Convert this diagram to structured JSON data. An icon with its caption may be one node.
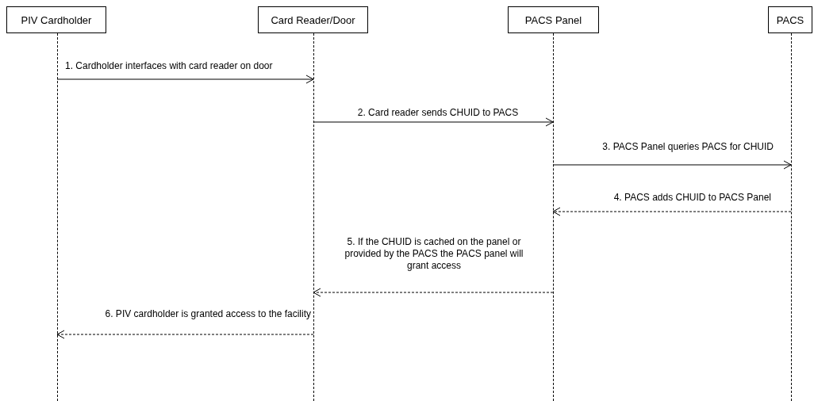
{
  "diagram": {
    "nodes": [
      {
        "text": [
          "PIV Cardholder"
        ]
      },
      {
        "text": [
          "Card Reader/Door"
        ]
      },
      {
        "text": [
          "PACS Panel"
        ]
      },
      {
        "text": [
          "PACS"
        ]
      },
      {
        "text": [],
        "shape": "line"
      },
      {
        "text": [],
        "shape": "line"
      },
      {
        "text": [],
        "shape": "line"
      },
      {
        "text": [],
        "shape": "line"
      }
    ],
    "edges": [
      {
        "from": 4,
        "to": 5,
        "arrow": "to",
        "label": "1. Cardholder interfaces with card reader on door"
      },
      {
        "from": 5,
        "to": 6,
        "arrow": "to",
        "label": "2. Card reader sends CHUID to PACS"
      },
      {
        "from": 6,
        "to": 7,
        "arrow": "to",
        "label": "3. PACS Panel queries PACS for CHUID"
      },
      {
        "from": 7,
        "to": 6,
        "arrow": "to",
        "label": "4. PACS adds CHUID to PACS Panel",
        "style": "dashed"
      },
      {
        "from": 6,
        "to": 5,
        "arrow": "to",
        "label": "5. If the CHUID is cached on the panel or provided by the PACS the PACS panel will grant access",
        "style": "dashed"
      },
      {
        "from": 5,
        "to": 4,
        "arrow": "to",
        "label": "6. PIV cardholder is granted access to the facility",
        "style": "dashed"
      }
    ]
  }
}
